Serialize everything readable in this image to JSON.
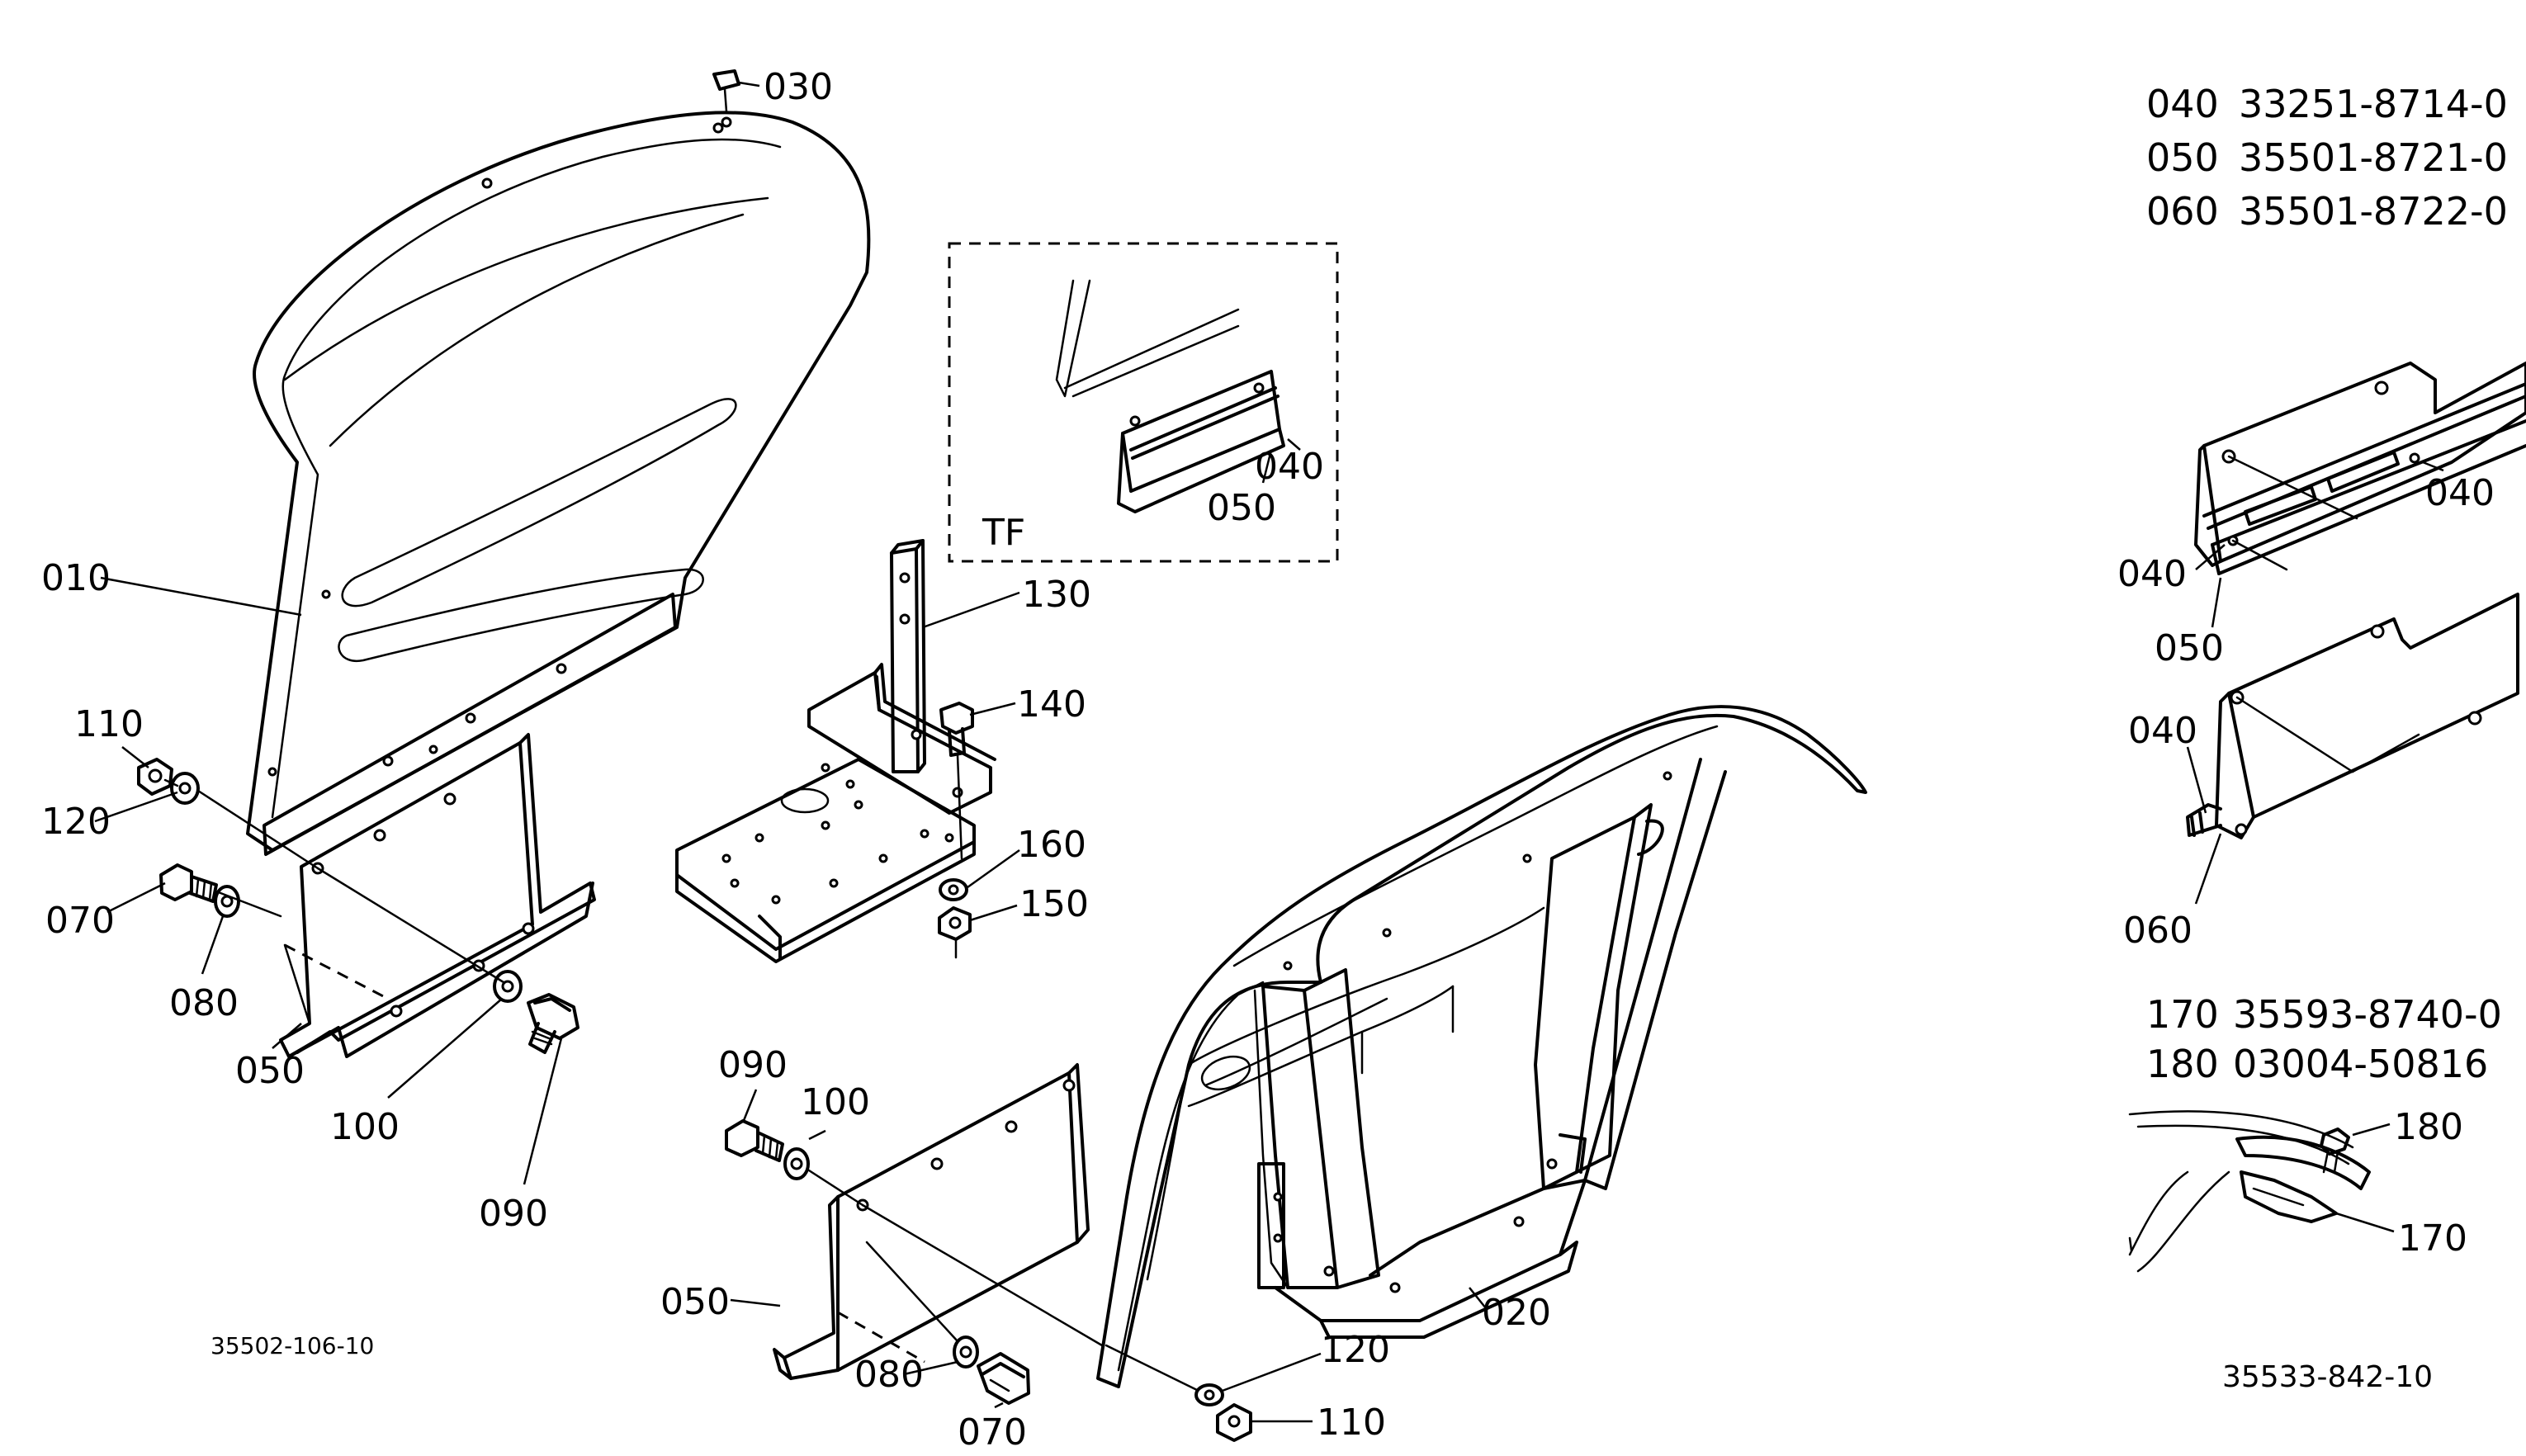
{
  "callouts": {
    "l010": "010",
    "l030": "030",
    "l110a": "110",
    "l120a": "120",
    "l070a": "070",
    "l080a": "080",
    "l050a": "050",
    "l100a": "100",
    "l090a": "090",
    "l130": "130",
    "l140": "140",
    "l160": "160",
    "l150": "150",
    "l040tf": "040",
    "l050tf": "050",
    "tf": "TF",
    "l090b": "090",
    "l100b": "100",
    "l050b": "050",
    "l080b": "080",
    "l070b": "070",
    "l120b": "120",
    "l110b": "110",
    "l020": "020",
    "r040a": "040",
    "r040b": "040",
    "r050": "050",
    "r040c": "040",
    "r060": "060",
    "r180": "180",
    "r170": "170"
  },
  "parts_table_top": [
    {
      "ref": "040",
      "part": "33251-8714-0"
    },
    {
      "ref": "050",
      "part": "35501-8721-0"
    },
    {
      "ref": "060",
      "part": "35501-8722-0"
    }
  ],
  "parts_table_bottom": [
    {
      "ref": "170",
      "part": "35593-8740-0"
    },
    {
      "ref": "180",
      "part": "03004-50816"
    }
  ],
  "diagram_codes": {
    "left": "35502-106-10",
    "right": "35533-842-10"
  }
}
